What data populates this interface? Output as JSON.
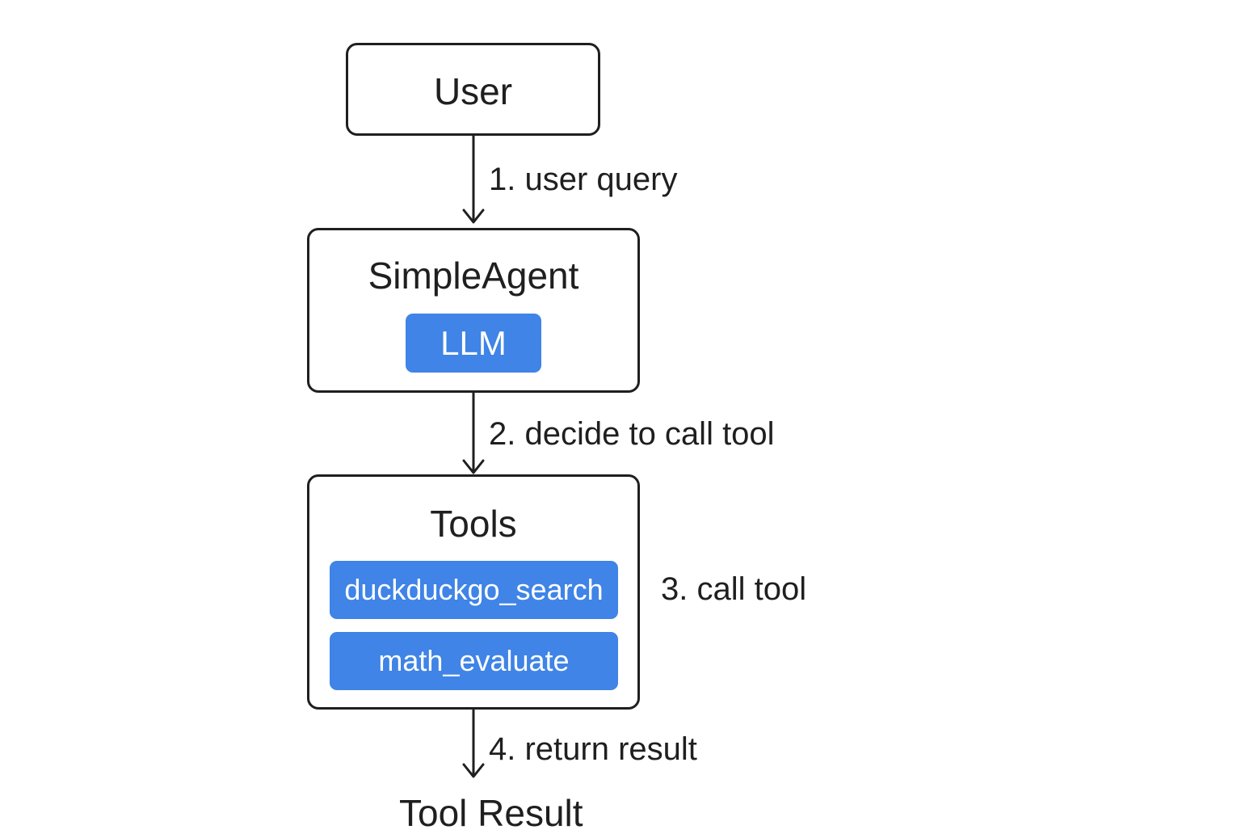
{
  "nodes": {
    "user": {
      "title": "User"
    },
    "agent": {
      "title": "SimpleAgent",
      "component": "LLM"
    },
    "tools": {
      "title": "Tools",
      "items": [
        "duckduckgo_search",
        "math_evaluate"
      ]
    },
    "result": {
      "title": "Tool Result"
    }
  },
  "steps": [
    "1. user query",
    "2. decide to call tool",
    "3. call tool",
    "4. return result"
  ],
  "colors": {
    "chip": "#3f84e6",
    "stroke": "#1f1f1f",
    "background": "#ffffff"
  }
}
